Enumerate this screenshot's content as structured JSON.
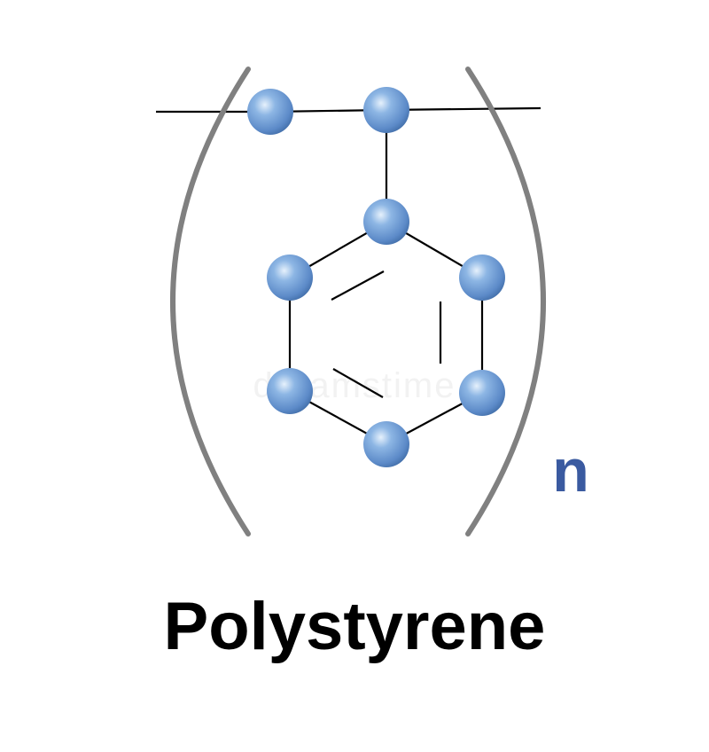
{
  "title": "Polystyrene",
  "repeat_subscript": "n",
  "watermark": "dreamstime",
  "colors": {
    "bond": "#000000",
    "bracket": "#808080",
    "atom_light": "#cfe3f8",
    "atom_mid": "#6f9fd6",
    "atom_dark": "#2f5e9a",
    "subscript": "#3a5aa0",
    "title": "#000000"
  },
  "structure": {
    "monomer": "styrene",
    "atoms": 8,
    "ring": "benzene"
  }
}
